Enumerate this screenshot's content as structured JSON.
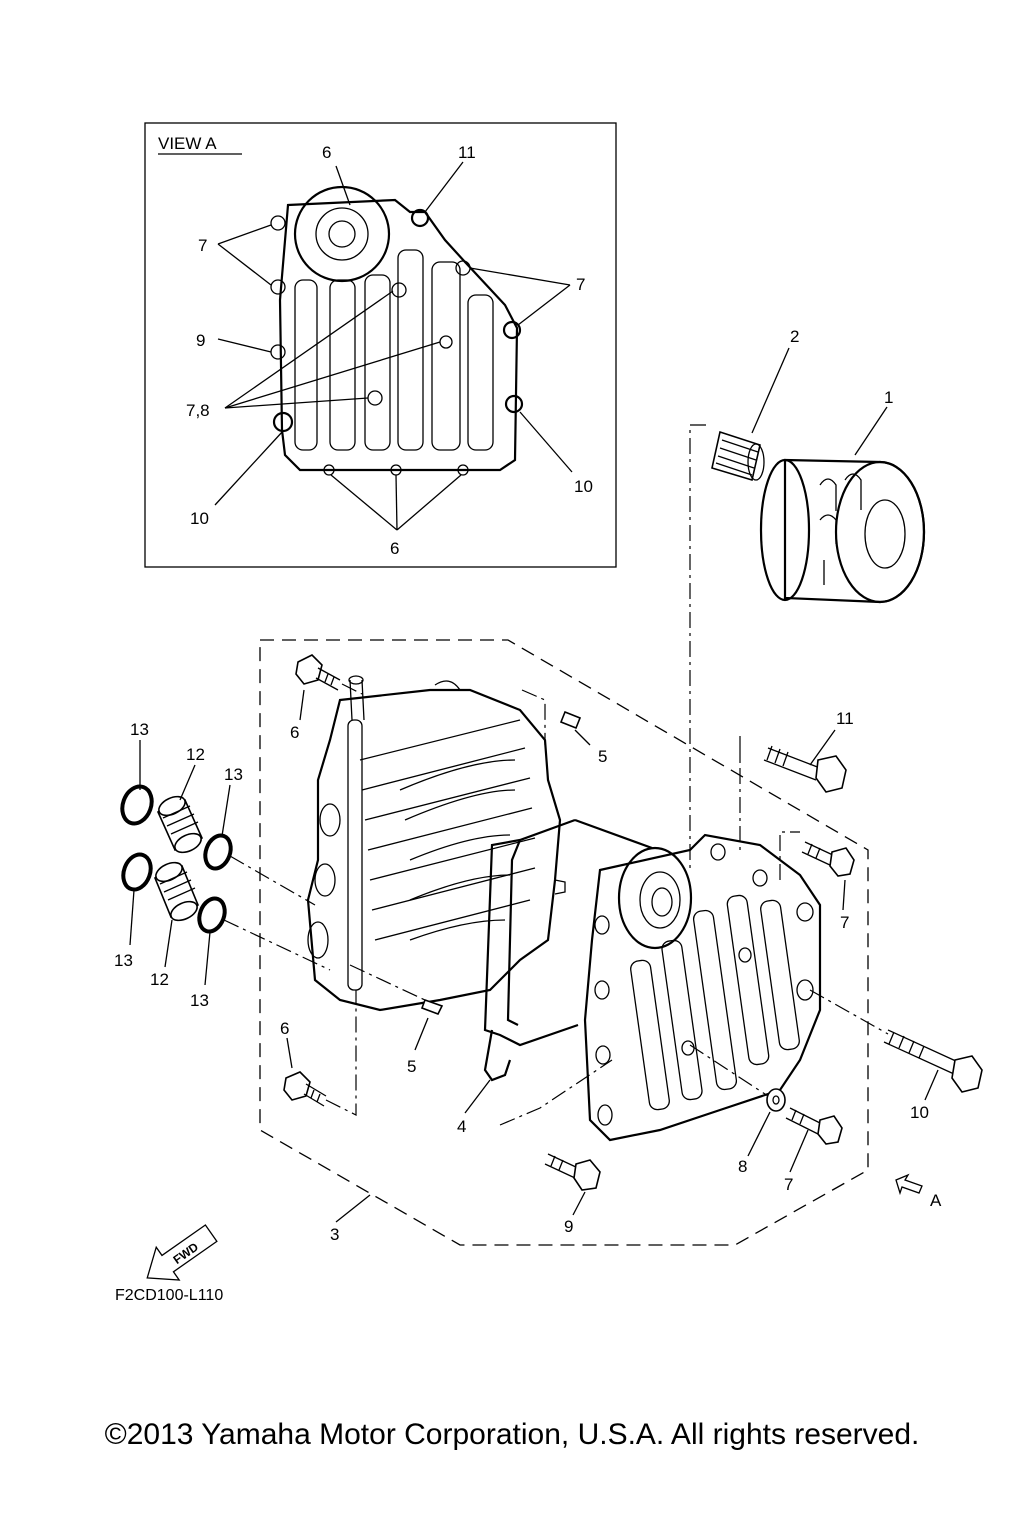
{
  "view_a": {
    "title": "VIEW A",
    "labels": [
      "6",
      "11",
      "7",
      "7",
      "9",
      "7,8",
      "10",
      "10",
      "6"
    ]
  },
  "callouts": [
    "1",
    "2",
    "3",
    "4",
    "5",
    "5",
    "6",
    "6",
    "7",
    "7",
    "8",
    "9",
    "10",
    "11",
    "12",
    "12",
    "13",
    "13",
    "13",
    "13"
  ],
  "view_arrow_label": "A",
  "fwd_label": "FWD",
  "diagram_code": "F2CD100-L110",
  "copyright": "©2013 Yamaha Motor Corporation, U.S.A. All rights reserved."
}
